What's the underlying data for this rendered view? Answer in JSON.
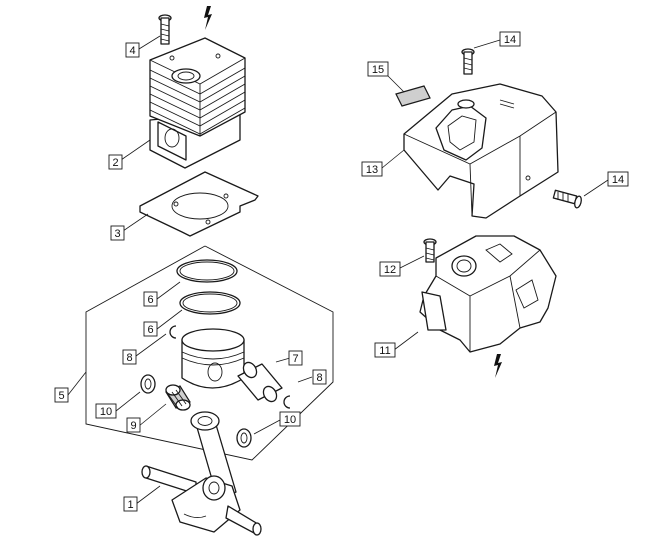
{
  "callouts": [
    {
      "id": "c1",
      "label": "1"
    },
    {
      "id": "c2",
      "label": "2"
    },
    {
      "id": "c3",
      "label": "3"
    },
    {
      "id": "c4",
      "label": "4"
    },
    {
      "id": "c5",
      "label": "5"
    },
    {
      "id": "c6a",
      "label": "6"
    },
    {
      "id": "c6b",
      "label": "6"
    },
    {
      "id": "c7",
      "label": "7"
    },
    {
      "id": "c8a",
      "label": "8"
    },
    {
      "id": "c8b",
      "label": "8"
    },
    {
      "id": "c9",
      "label": "9"
    },
    {
      "id": "c10a",
      "label": "10"
    },
    {
      "id": "c10b",
      "label": "10"
    },
    {
      "id": "c11",
      "label": "11"
    },
    {
      "id": "c12",
      "label": "12"
    },
    {
      "id": "c13",
      "label": "13"
    },
    {
      "id": "c14a",
      "label": "14"
    },
    {
      "id": "c14b",
      "label": "14"
    },
    {
      "id": "c15",
      "label": "15"
    }
  ],
  "icons": {
    "direction_arrow_top": "lightning-arrow-icon",
    "direction_arrow_bottom": "lightning-arrow-icon"
  },
  "colors": {
    "line": "#1a1a1a",
    "background": "#ffffff",
    "shade": "#cfcfcf"
  }
}
